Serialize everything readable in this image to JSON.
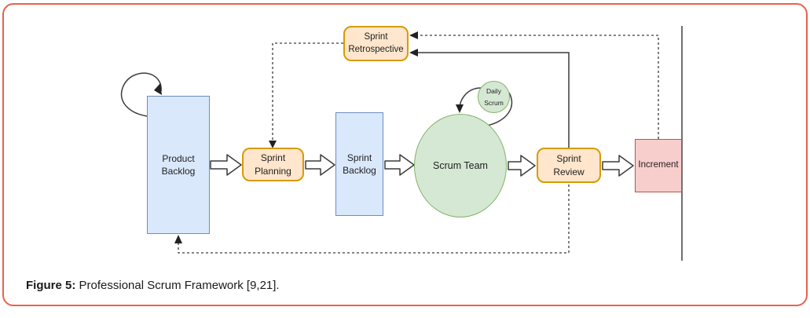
{
  "figure": {
    "frame_border_color": "#e8614e",
    "background": "#ffffff"
  },
  "diagram": {
    "title": "Professional Scrum Framework",
    "nodes": {
      "product_backlog": {
        "label": "Product\nBacklog",
        "shape": "rectangle",
        "fill": "#dae8fc",
        "border": "#6c8ebf"
      },
      "sprint_planning": {
        "label": "Sprint\nPlanning",
        "shape": "rounded-rectangle",
        "fill": "#ffe6cc",
        "border": "#d79b00"
      },
      "sprint_backlog": {
        "label": "Sprint\nBacklog",
        "shape": "rectangle",
        "fill": "#dae8fc",
        "border": "#6c8ebf"
      },
      "scrum_team": {
        "label": "Scrum Team",
        "shape": "ellipse",
        "fill": "#d5e8d4",
        "border": "#82b366"
      },
      "daily_scrum": {
        "label": "Daily\nScrum",
        "shape": "circle",
        "fill": "#d5e8d4",
        "border": "#82b366"
      },
      "sprint_review": {
        "label": "Sprint\nReview",
        "shape": "rounded-rectangle",
        "fill": "#ffe6cc",
        "border": "#d79b00"
      },
      "increment": {
        "label": "Increment",
        "shape": "rectangle",
        "fill": "#f8cecc",
        "border": "#b85450"
      },
      "sprint_retrospective": {
        "label": "Sprint\nRetrospective",
        "shape": "rounded-rectangle",
        "fill": "#ffe6cc",
        "border": "#d79b00"
      }
    },
    "connectors": [
      {
        "from": "product_backlog",
        "to": "product_backlog",
        "style": "solid-self-loop"
      },
      {
        "from": "product_backlog",
        "to": "sprint_planning",
        "style": "block-arrow"
      },
      {
        "from": "sprint_planning",
        "to": "sprint_backlog",
        "style": "block-arrow"
      },
      {
        "from": "sprint_backlog",
        "to": "scrum_team",
        "style": "block-arrow"
      },
      {
        "from": "scrum_team",
        "to": "sprint_review",
        "style": "block-arrow"
      },
      {
        "from": "sprint_review",
        "to": "increment",
        "style": "block-arrow"
      },
      {
        "from": "scrum_team",
        "to": "daily_scrum",
        "style": "solid-loop"
      },
      {
        "from": "sprint_review",
        "to": "sprint_retrospective",
        "style": "solid-arrow"
      },
      {
        "from": "increment",
        "to": "sprint_retrospective",
        "style": "dashed-arrow"
      },
      {
        "from": "sprint_retrospective",
        "to": "sprint_planning",
        "style": "dashed-arrow"
      },
      {
        "from": "sprint_review",
        "to": "product_backlog",
        "style": "dashed-arrow"
      }
    ],
    "boundary_line": {
      "description": "vertical line at right of Increment",
      "color": "#404040"
    }
  },
  "caption": {
    "prefix": "Figure 5:",
    "rest": " Professional Scrum Framework [9,21]."
  }
}
